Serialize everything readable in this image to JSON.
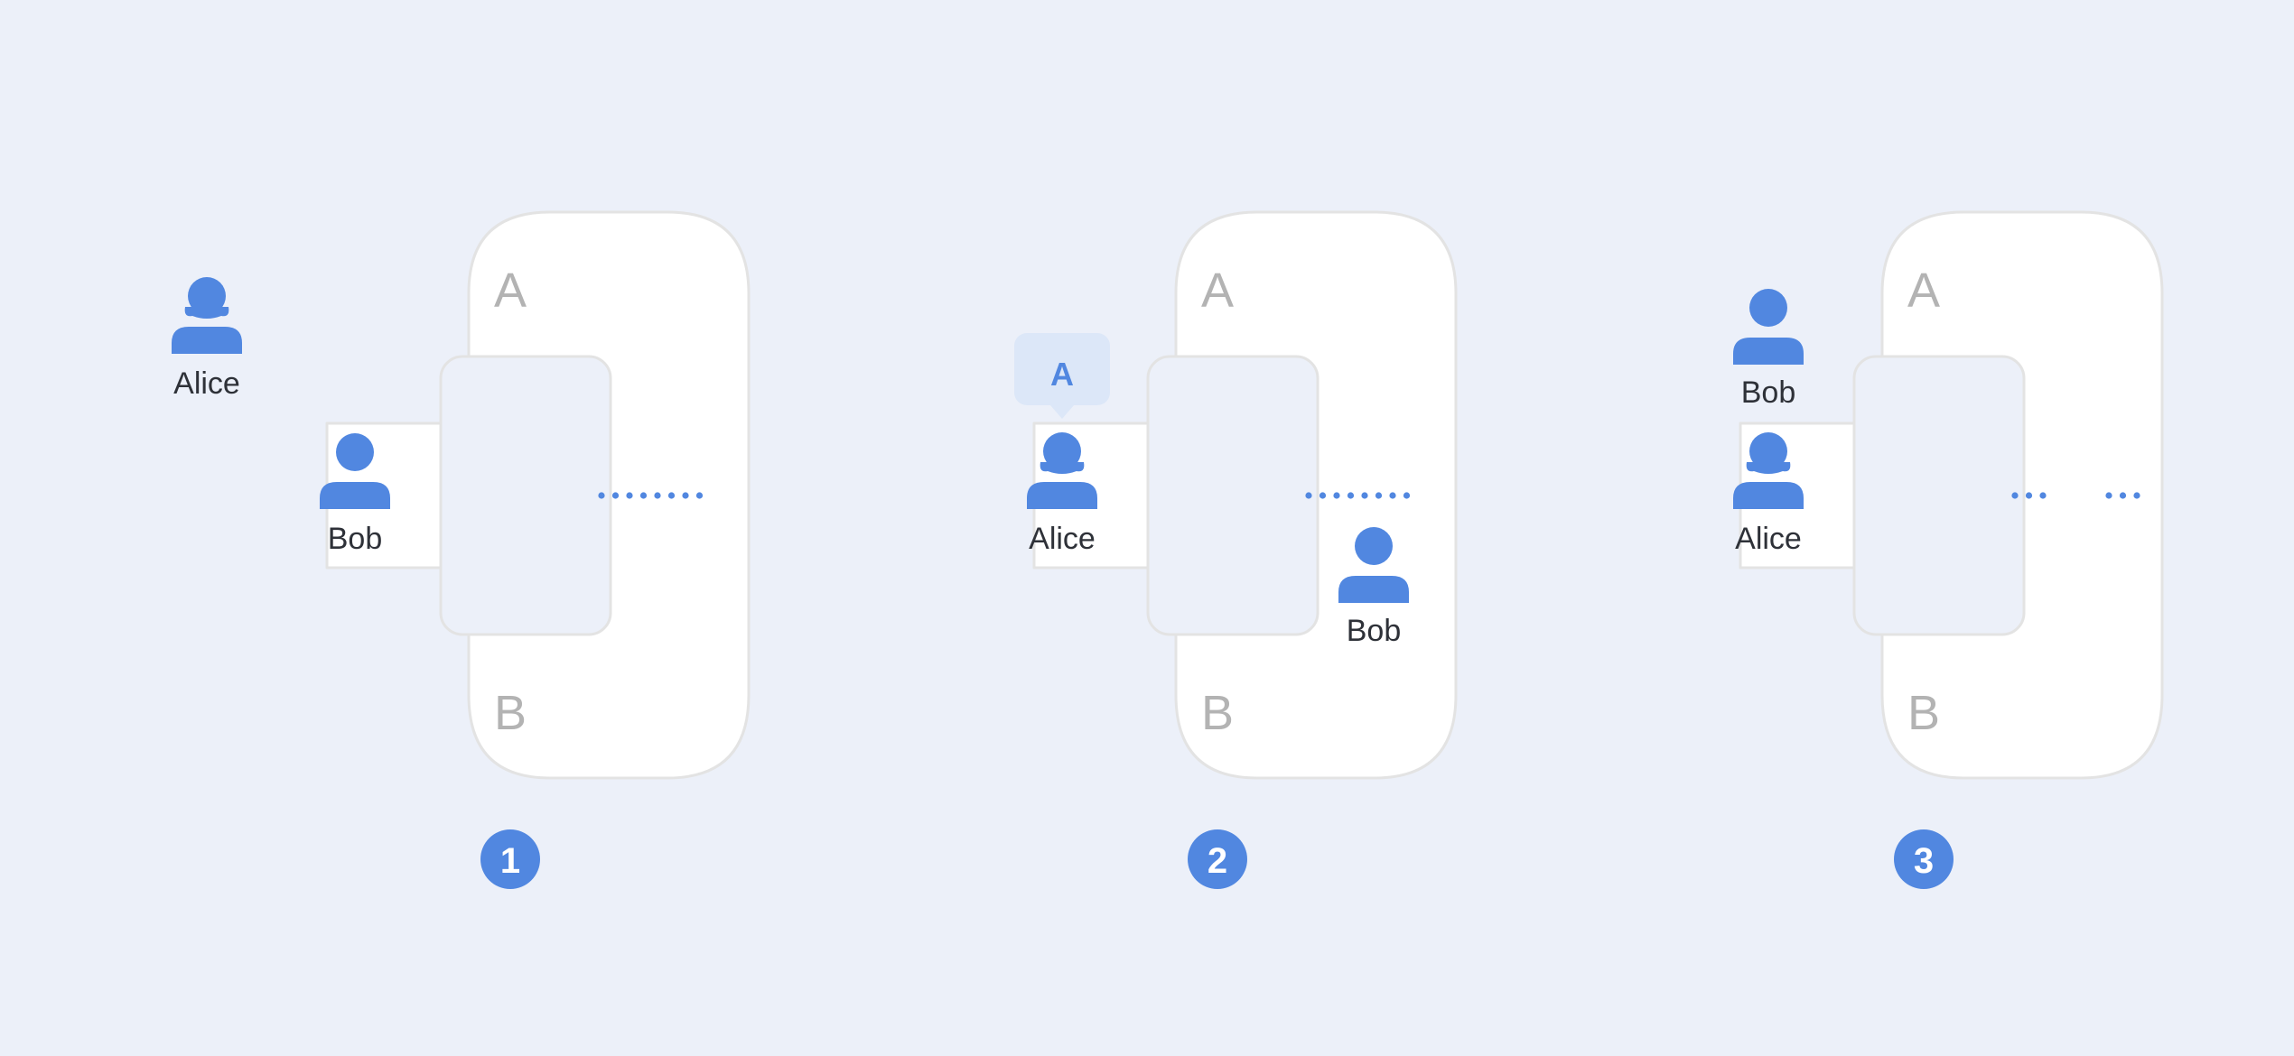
{
  "colors": {
    "background": "#ecf0f9",
    "room_fill": "#ffffff",
    "room_stroke": "#e3e3e3",
    "courtyard_fill": "#ecf0f9",
    "accent": "#5187e0",
    "bubble_fill": "#dce7f8",
    "room_letter": "#b3b3b3",
    "person_label": "#2e3138",
    "step_text": "#ffffff"
  },
  "icons": {
    "female_person": "person-female-icon",
    "male_person": "person-male-icon",
    "dotted_path": "dotted-path"
  },
  "panels": [
    {
      "step": "1",
      "label_a": "A",
      "label_b": "B",
      "people": [
        {
          "name": "Alice",
          "icon": "female"
        },
        {
          "name": "Bob",
          "icon": "male"
        }
      ],
      "bubble": null
    },
    {
      "step": "2",
      "label_a": "A",
      "label_b": "B",
      "people": [
        {
          "name": "Alice",
          "icon": "female"
        },
        {
          "name": "Bob",
          "icon": "male"
        }
      ],
      "bubble": "A"
    },
    {
      "step": "3",
      "label_a": "A",
      "label_b": "B",
      "people": [
        {
          "name": "Bob",
          "icon": "male"
        },
        {
          "name": "Alice",
          "icon": "female"
        }
      ],
      "bubble": null
    }
  ]
}
